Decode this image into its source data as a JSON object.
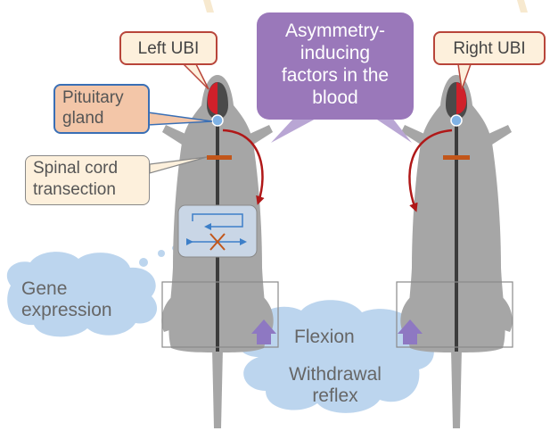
{
  "labels": {
    "left_ubi": "Left UBI",
    "right_ubi": "Right UBI",
    "pituitary_line1": "Pituitary",
    "pituitary_line2": "gland",
    "spinal_line1": "Spinal cord",
    "spinal_line2": "transection",
    "asym_line1": "Asymmetry-",
    "asym_line2": "inducing",
    "asym_line3": "factors in the",
    "asym_line4": "blood",
    "gene_line1": "Gene",
    "gene_line2": "expression",
    "flexion": "Flexion",
    "withdrawal_line1": "Withdrawal",
    "withdrawal_line2": "reflex"
  },
  "colors": {
    "rat_body": "#a6a6a6",
    "spine": "#3c3c3c",
    "injury_red": "#d0202a",
    "arrow_red": "#b01818",
    "pituitary_blue": "#7fb2e5",
    "transection_orange": "#c2561a",
    "purple_callout": "#9a78ba",
    "purple_arrow": "#8e78c2",
    "cloud_blue": "#bcd5ee",
    "icon_box_blue": "#c9d6e6"
  }
}
